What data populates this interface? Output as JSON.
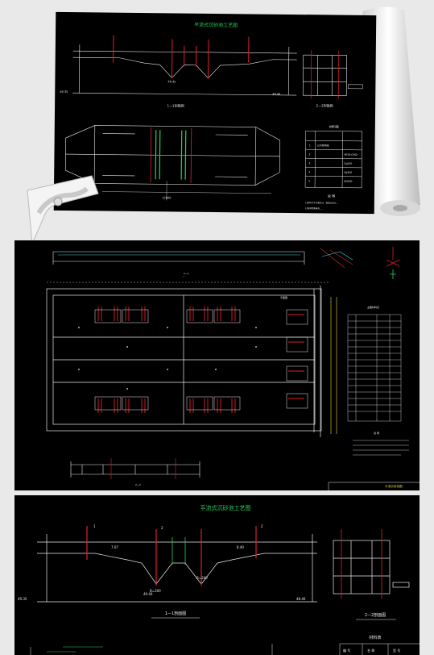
{
  "sheet1": {
    "title": "平流式沉砂池工艺图",
    "section_1": "1—1剖面图",
    "section_2": "2—2剖面图",
    "table_title": "材料表",
    "notes_title": "说 明",
    "dimension_total": "12000",
    "level_labels": [
      "49.35",
      "49.35",
      "49.40"
    ],
    "materials": [
      {
        "no": "1",
        "name": "LQF型闸阀",
        "spec": ""
      },
      {
        "no": "2",
        "name": "",
        "spec": "MCW-CP60"
      },
      {
        "no": "3",
        "name": "",
        "spec": "Dg250"
      },
      {
        "no": "4",
        "name": "",
        "spec": "Dg200"
      },
      {
        "no": "5",
        "name": "",
        "spec": "DN500"
      }
    ],
    "notes": [
      "1.图中尺寸以毫米计，标高以米计。",
      "2.图中管道采用……"
    ]
  },
  "sheet2": {
    "section_label": "1—1",
    "plan_label": "平面图",
    "section_bottom": "2—2",
    "table_title": "主要材料表",
    "notes_title": "说 明",
    "stamp": "平流沉砂池图"
  },
  "sheet3": {
    "title": "平流式沉砂池工艺图",
    "section_1": "1—1剖面图",
    "section_2": "2—2剖面图",
    "table_title": "材料表",
    "levels": [
      "49.35",
      "49.40",
      "48.40"
    ],
    "dims": [
      "7.07",
      "8.40",
      "B=200",
      "B=200"
    ],
    "marks": [
      "1",
      "2",
      "2"
    ],
    "table_heads": [
      "编 号",
      "名 称",
      "型 号"
    ]
  },
  "colors": {
    "background": "#000000",
    "line_white": "#e8e8e8",
    "line_red": "#e0202a",
    "line_green": "#27d35a",
    "line_cyan": "#31d0d8",
    "line_yellow": "#e9d545",
    "page": "#e9e9e9"
  }
}
